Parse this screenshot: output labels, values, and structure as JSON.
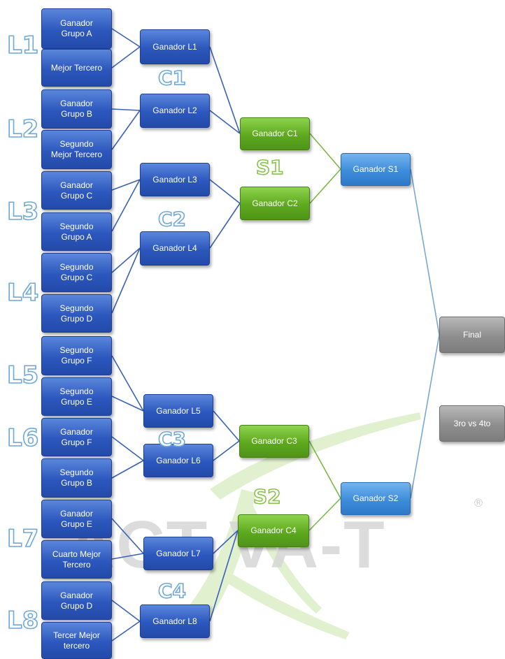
{
  "diagram": {
    "round1": [
      {
        "id": "r1-ga",
        "label": "Ganador\nGrupo A"
      },
      {
        "id": "r1-mt",
        "label": "Mejor Tercero"
      },
      {
        "id": "r1-gb",
        "label": "Ganador\nGrupo B"
      },
      {
        "id": "r1-smt",
        "label": "Segundo\nMejor Tercero"
      },
      {
        "id": "r1-gc",
        "label": "Ganador\nGrupo C"
      },
      {
        "id": "r1-sa",
        "label": "Segundo\nGrupo A"
      },
      {
        "id": "r1-sc",
        "label": "Segundo\nGrupo C"
      },
      {
        "id": "r1-sd",
        "label": "Segundo\nGrupo D"
      },
      {
        "id": "r1-sf",
        "label": "Segundo\nGrupo F"
      },
      {
        "id": "r1-se",
        "label": "Segundo\nGrupo E"
      },
      {
        "id": "r1-gf",
        "label": "Ganador\nGrupo F"
      },
      {
        "id": "r1-sb",
        "label": "Segundo\nGrupo B"
      },
      {
        "id": "r1-ge",
        "label": "Ganador\nGrupo E"
      },
      {
        "id": "r1-cmt",
        "label": "Cuarto Mejor\nTercero"
      },
      {
        "id": "r1-gd",
        "label": "Ganador\nGrupo D"
      },
      {
        "id": "r1-tmt",
        "label": "Tercer Mejor\ntercero"
      }
    ],
    "round2": [
      {
        "id": "L1",
        "label": "Ganador  L1"
      },
      {
        "id": "L2",
        "label": "Ganador L2"
      },
      {
        "id": "L3",
        "label": "Ganador  L3"
      },
      {
        "id": "L4",
        "label": "Ganador L4"
      },
      {
        "id": "L5",
        "label": "Ganador L5"
      },
      {
        "id": "L6",
        "label": "Ganador L6"
      },
      {
        "id": "L7",
        "label": "Ganador  L7"
      },
      {
        "id": "L8",
        "label": "Ganador L8"
      }
    ],
    "quarterfinals": [
      {
        "id": "C1",
        "label": "Ganador  C1"
      },
      {
        "id": "C2",
        "label": "Ganador C2"
      },
      {
        "id": "C3",
        "label": "Ganador  C3"
      },
      {
        "id": "C4",
        "label": "Ganador C4"
      }
    ],
    "semifinals": [
      {
        "id": "S1",
        "label": "Ganador S1"
      },
      {
        "id": "S2",
        "label": "Ganador  S2"
      }
    ],
    "final": {
      "label": "Final"
    },
    "third_place": {
      "label": "3ro vs 4to"
    },
    "group_tags": [
      "L1",
      "L2",
      "L3",
      "L4",
      "L5",
      "L6",
      "L7",
      "L8"
    ],
    "quarter_tags": [
      "C1",
      "C2",
      "C3",
      "C4"
    ],
    "semi_tags": [
      "S1",
      "S2"
    ]
  },
  "watermark": {
    "text": "ACT  VA-T",
    "mark": "®"
  },
  "colors": {
    "round_blue": "#2c57bd",
    "quarter_green": "#5ea91f",
    "semi_lightblue": "#3d8ddb",
    "final_gray": "#8e8e8e",
    "tag_blue": "#6fa8da",
    "tag_green": "#8bc34a",
    "line_blue": "#3a62b8",
    "line_green": "#79b845",
    "line_light": "#7aa7d6"
  }
}
